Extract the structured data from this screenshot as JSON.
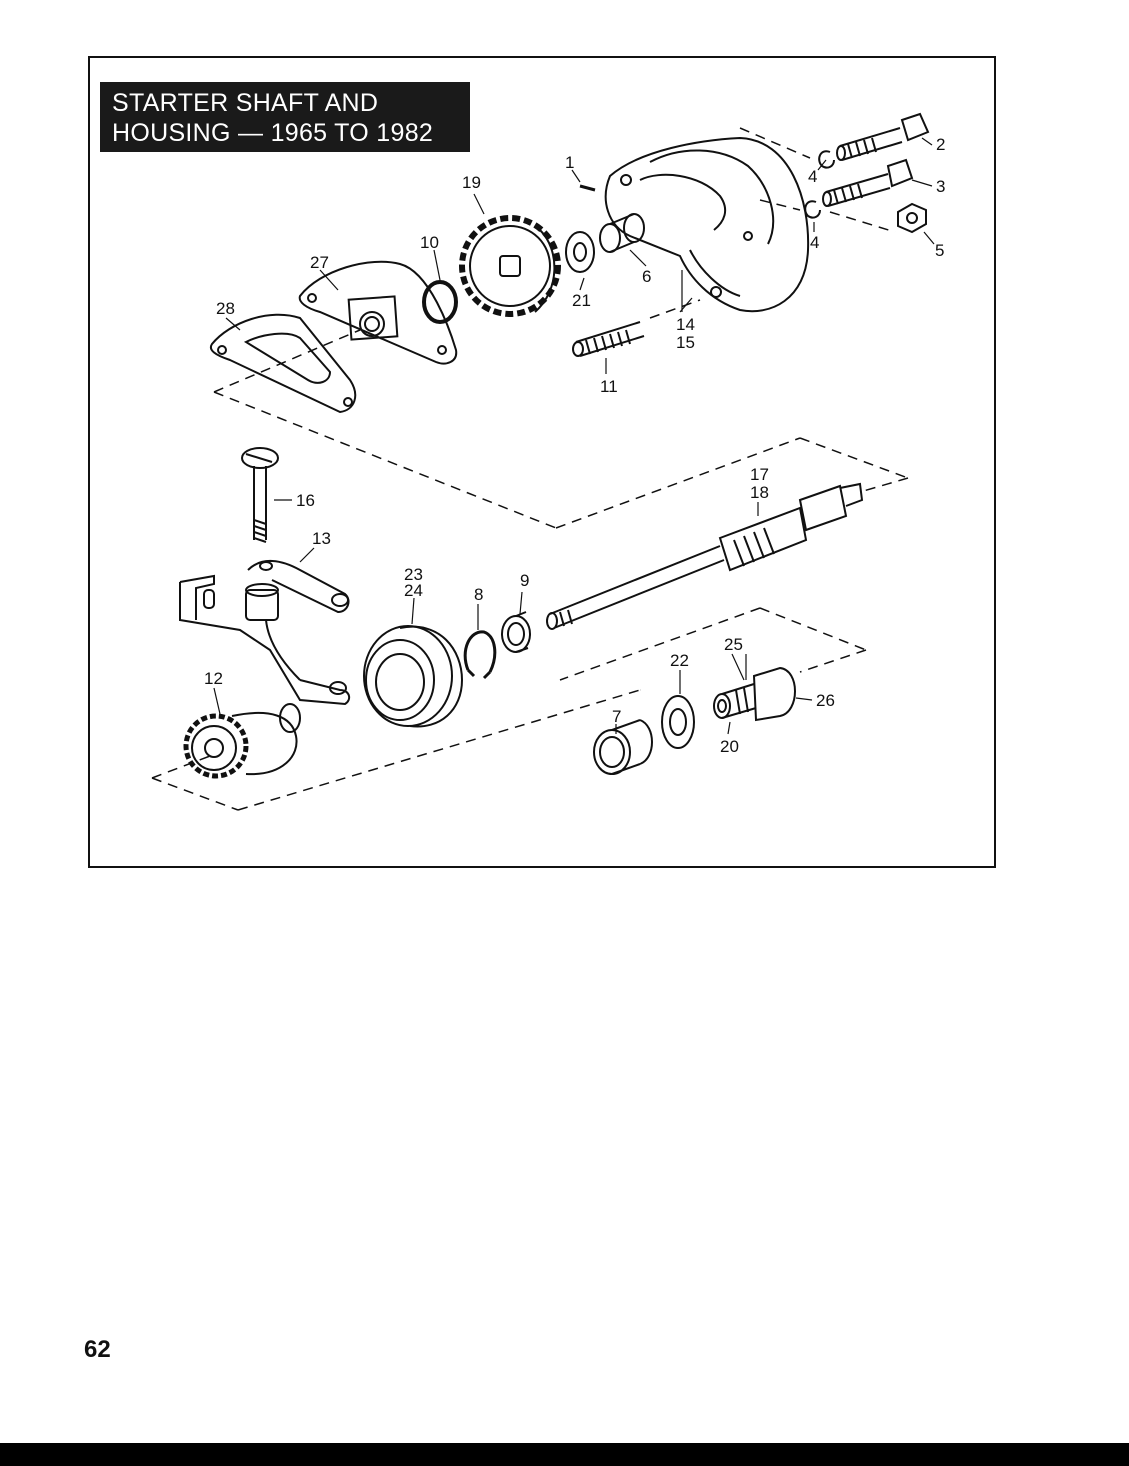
{
  "title": {
    "line1": "STARTER SHAFT AND",
    "line2": "HOUSING — 1965 TO 1982"
  },
  "callouts": {
    "c1": "1",
    "c2": "2",
    "c3": "3",
    "c4a": "4",
    "c4b": "4",
    "c5": "5",
    "c6": "6",
    "c7": "7",
    "c8": "8",
    "c9": "9",
    "c10": "10",
    "c11": "11",
    "c12": "12",
    "c13": "13",
    "c14": "14",
    "c15": "15",
    "c16": "16",
    "c17": "17",
    "c18": "18",
    "c19": "19",
    "c20": "20",
    "c21": "21",
    "c22": "22",
    "c23": "23",
    "c24": "24",
    "c25": "25",
    "c26": "26",
    "c27": "27",
    "c28": "28"
  },
  "page_number": "62"
}
